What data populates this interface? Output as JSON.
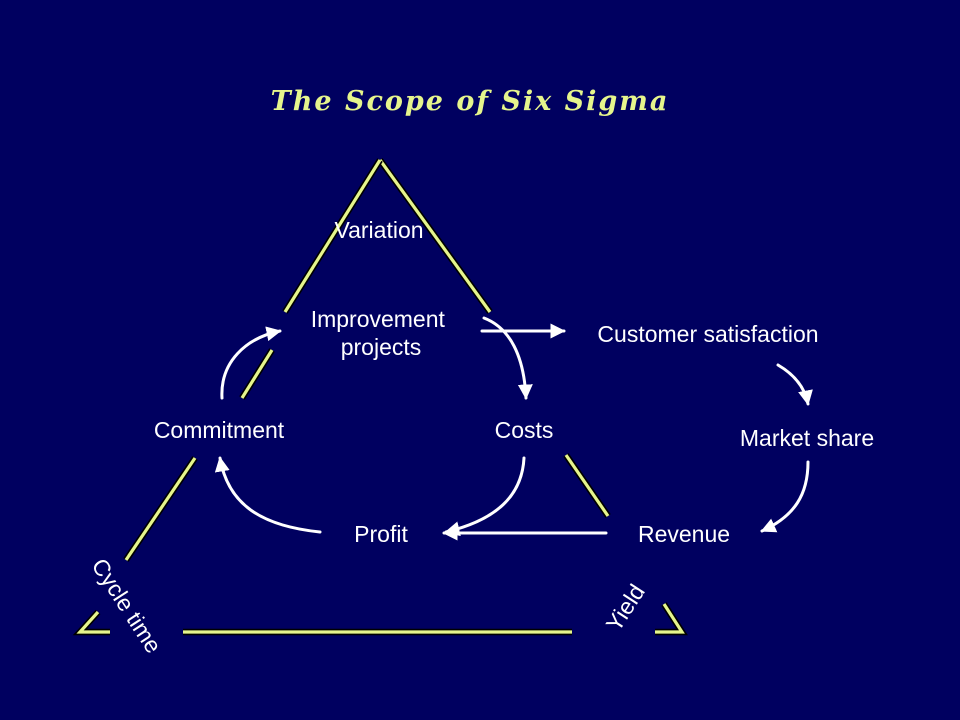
{
  "title": "The Scope of Six Sigma",
  "triangle_edge_labels": {
    "top": "Variation",
    "left": "Cycle time",
    "right": "Yield"
  },
  "nodes": {
    "improvement_line1": "Improvement",
    "improvement_line2": "projects",
    "customer_satisfaction": "Customer satisfaction",
    "commitment": "Commitment",
    "costs": "Costs",
    "market_share": "Market share",
    "profit": "Profit",
    "revenue": "Revenue"
  },
  "colors": {
    "background": "#000060",
    "triangle": "#e6f58c",
    "text": "#ffffff",
    "title": "#e6f58c"
  }
}
